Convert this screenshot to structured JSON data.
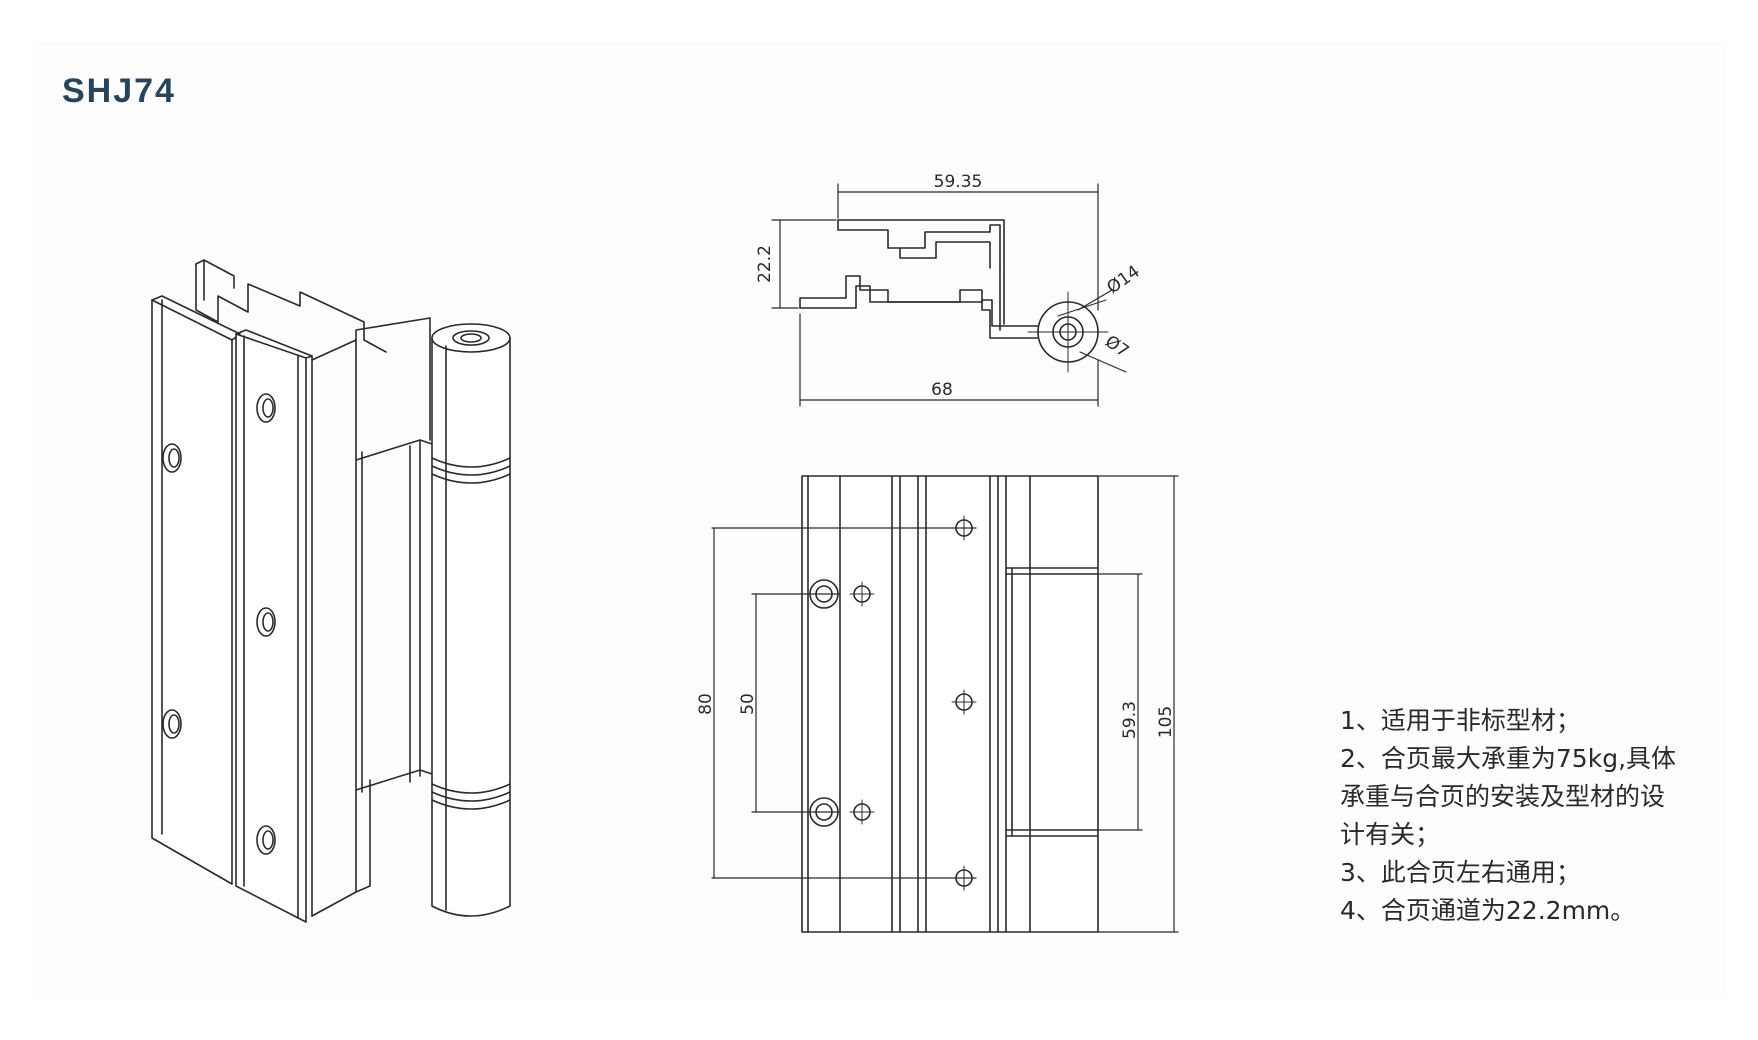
{
  "title": "SHJ74",
  "dimensions": {
    "top_width": "59.35",
    "channel_height": "22.2",
    "overall_width": "68",
    "knuckle_outer_diameter": "Ø14",
    "pin_diameter": "Ø7",
    "outer_hole_spacing": "80",
    "inner_hole_spacing": "50",
    "middle_knuckle_length": "59.3",
    "overall_height": "105"
  },
  "notes": [
    "1、适用于非标型材；",
    "2、合页最大承重为75kg,具体",
    "承重与合页的安装及型材的设",
    "计有关；",
    "3、此合页左右通用；",
    "4、合页通道为22.2mm。"
  ],
  "colors": {
    "title": "#27445f",
    "line": "#2a2a2a"
  }
}
